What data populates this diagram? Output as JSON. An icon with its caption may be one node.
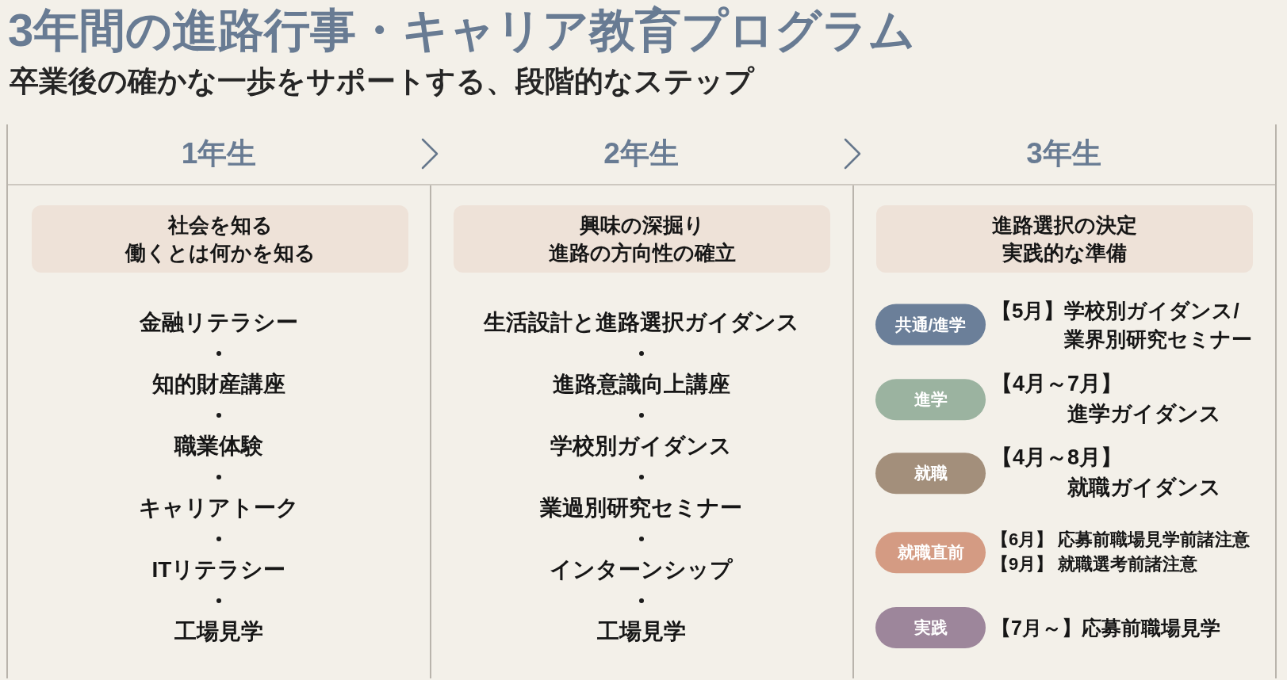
{
  "diagram": {
    "title": "3年間の進路行事・キャリア教育プログラム",
    "nodes": [
      {
        "text": [
          "1年生",
          "金融リテラシー",
          "知的財産講座",
          "職業体験",
          "キャリアトーク",
          "ITリテラシー",
          "工場見学"
        ]
      },
      {
        "text": [
          "社会を知る",
          "働くとは何かを知る"
        ],
        "in": 0
      },
      {
        "text": [
          "2年生",
          "生活設計と進路選択ガイダンス",
          "進路意識向上講座",
          "学校別ガイダンス",
          "業過別研究セミナー",
          "インターンシップ",
          "工場見学"
        ]
      },
      {
        "text": [
          "興味の深掘り",
          "進路の方向性の確立"
        ],
        "in": 2
      },
      {
        "text": [
          "3年生"
        ]
      },
      {
        "text": [
          "進路選択の決定",
          "実践的な準備"
        ],
        "in": 4
      },
      {
        "text": [
          "共通/進学"
        ],
        "in": 4,
        "beside": [
          "【5月】学校別ガイダンス/業界別研究セミナー"
        ]
      },
      {
        "text": [
          "進学"
        ],
        "in": 4,
        "beside": [
          "【4月～7月】進学ガイダンス"
        ]
      },
      {
        "text": [
          "就職"
        ],
        "in": 4,
        "beside": [
          "【4月～8月】就職ガイダンス"
        ]
      },
      {
        "text": [
          "就職直前"
        ],
        "in": 4,
        "beside": [
          "【6月】 応募前職場見学前諸注意",
          "【9月】 就職選考前諸注意"
        ]
      },
      {
        "text": [
          "実践"
        ],
        "in": 4,
        "beside": [
          "【7月～】応募前職場見学"
        ]
      }
    ],
    "edges": [
      {
        "from": 0,
        "to": 2,
        "arrow": "to"
      },
      {
        "from": 2,
        "to": 4,
        "arrow": "to"
      }
    ],
    "labels": [
      "卒業後の確かな一歩をサポートする、段階的なステップ"
    ]
  }
}
